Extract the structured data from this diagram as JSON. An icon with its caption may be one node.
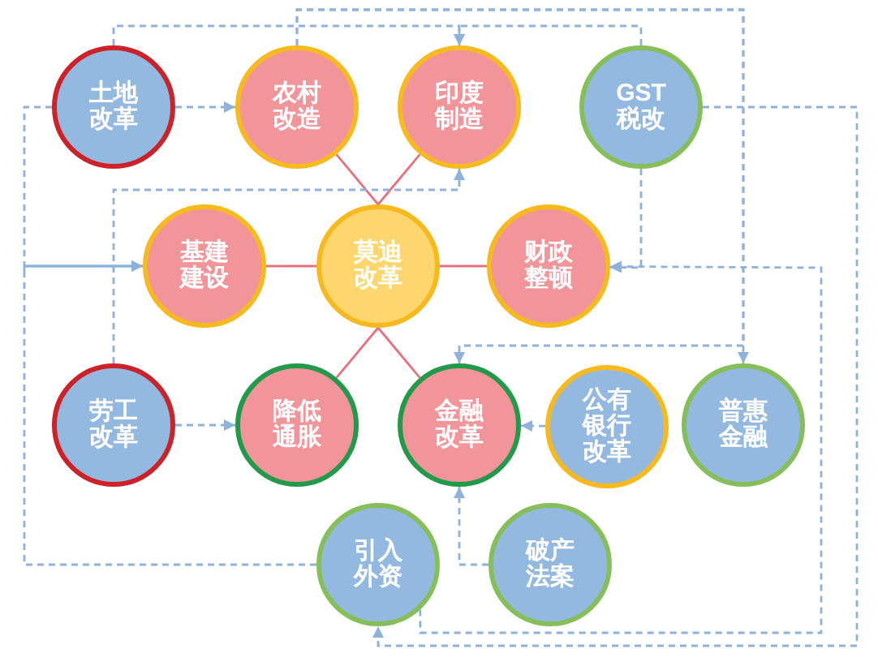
{
  "diagram": {
    "nodes": [
      {
        "text": [
          "土地改革"
        ]
      },
      {
        "text": [
          "农村改造"
        ]
      },
      {
        "text": [
          "印度制造"
        ]
      },
      {
        "text": [
          "GST税改"
        ]
      },
      {
        "text": [
          "基建建设"
        ]
      },
      {
        "text": [
          "莫迪改革"
        ]
      },
      {
        "text": [
          "财政整顿"
        ]
      },
      {
        "text": [
          "劳工改革"
        ]
      },
      {
        "text": [
          "降低通胀"
        ]
      },
      {
        "text": [
          "金融改革"
        ]
      },
      {
        "text": [
          "公有银行改革"
        ]
      },
      {
        "text": [
          "普惠金融"
        ]
      },
      {
        "text": [
          "引入外资"
        ]
      },
      {
        "text": [
          "破产法案"
        ]
      }
    ],
    "edges": [
      {
        "from": 5,
        "to": 1,
        "arrow": "none",
        "color": "#e5737c"
      },
      {
        "from": 5,
        "to": 2,
        "arrow": "none",
        "color": "#e5737c"
      },
      {
        "from": 5,
        "to": 4,
        "arrow": "none",
        "color": "#e5737c"
      },
      {
        "from": 5,
        "to": 6,
        "arrow": "none",
        "color": "#e5737c"
      },
      {
        "from": 5,
        "to": 8,
        "arrow": "none",
        "color": "#e5737c"
      },
      {
        "from": 5,
        "to": 9,
        "arrow": "none",
        "color": "#e5737c"
      },
      {
        "from": 0,
        "to": 1,
        "arrow": "to",
        "style": "dashed"
      },
      {
        "from": 0,
        "to": 2,
        "arrow": "to",
        "style": "dashed"
      },
      {
        "from": 3,
        "to": 2,
        "arrow": "to",
        "style": "dashed"
      },
      {
        "from": 1,
        "to": 11,
        "arrow": "to",
        "style": "dashed"
      },
      {
        "from": 1,
        "to": 9,
        "arrow": "to",
        "style": "dashed"
      },
      {
        "from": 3,
        "to": 12,
        "arrow": "to",
        "style": "dashed"
      },
      {
        "from": 12,
        "to": 6,
        "arrow": "to",
        "style": "dashed"
      },
      {
        "from": 3,
        "to": 6,
        "arrow": "to",
        "style": "dashed"
      },
      {
        "from": 7,
        "to": 2,
        "arrow": "to",
        "style": "dashed"
      },
      {
        "from": 0,
        "to": 4,
        "arrow": "to",
        "style": "dashed"
      },
      {
        "from": 12,
        "to": 4,
        "arrow": "to",
        "style": "dashed"
      },
      {
        "from": 7,
        "to": 8,
        "arrow": "to",
        "style": "dashed"
      },
      {
        "from": 10,
        "to": 9,
        "arrow": "to",
        "style": "dashed"
      },
      {
        "from": 13,
        "to": 9,
        "arrow": "to",
        "style": "dashed"
      }
    ]
  }
}
